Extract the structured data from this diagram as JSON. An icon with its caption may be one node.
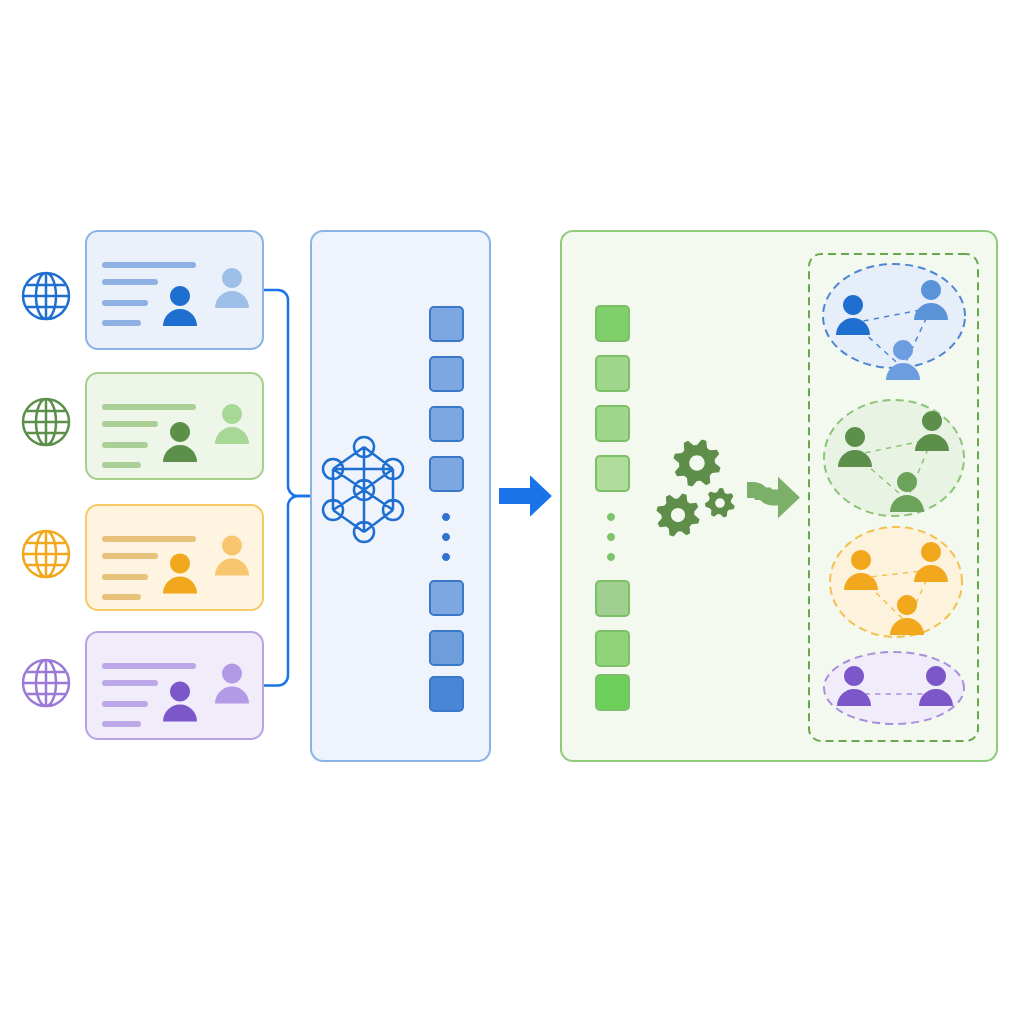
{
  "diagram": {
    "nodes": [
      {
        "text": [],
        "shape": "box"
      },
      {
        "text": [],
        "shape": "box"
      },
      {
        "text": [],
        "shape": "box"
      },
      {
        "text": [],
        "shape": "box"
      },
      {
        "text": [],
        "shape": "box"
      },
      {
        "text": [],
        "shape": "box"
      },
      {
        "text": [],
        "shape": "picture",
        "in": 5
      },
      {
        "text": [],
        "shape": "box",
        "in": 5
      },
      {
        "text": [],
        "shape": "circle",
        "in": 7
      },
      {
        "text": [],
        "shape": "circle",
        "in": 7
      },
      {
        "text": [],
        "shape": "circle",
        "in": 7
      },
      {
        "text": [],
        "shape": "circle",
        "in": 7
      }
    ],
    "edges": [
      {
        "from": 0,
        "to": 4,
        "arrow": "none"
      },
      {
        "from": 3,
        "to": 4,
        "arrow": "none"
      },
      {
        "from": 4,
        "to": 5,
        "arrow": "to",
        "style": "thick"
      },
      {
        "from": 6,
        "to": 7,
        "arrow": "to",
        "style": "thick",
        "color": "#7cb069"
      }
    ]
  }
}
